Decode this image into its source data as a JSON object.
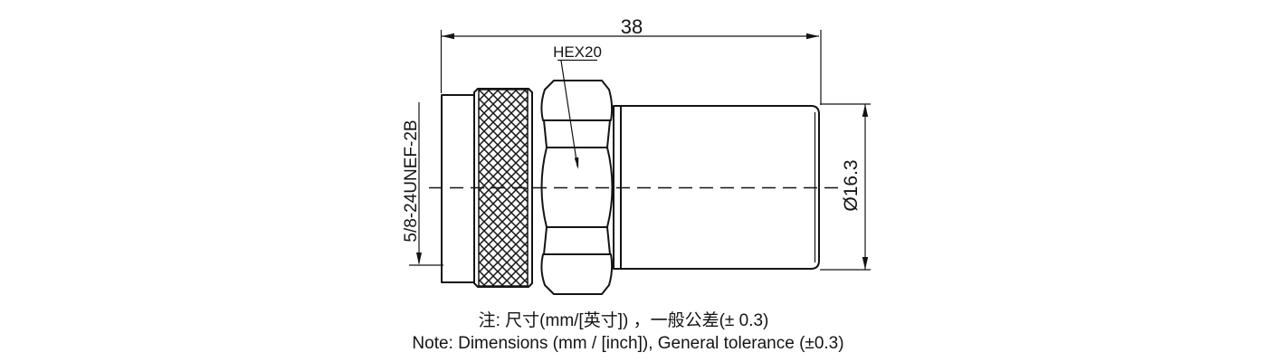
{
  "drawing": {
    "dimensions": {
      "overall_length": "38",
      "hex_label": "HEX20",
      "thread_spec": "5/8-24UNEF-2B",
      "body_diameter": "Ø16.3"
    },
    "notes": {
      "chinese": "注: 尺寸(mm/[英寸]) ，一般公差(± 0.3)",
      "english": "Note: Dimensions (mm / [inch]), General tolerance (±0.3)"
    },
    "colors": {
      "line": "#141414",
      "background": "#ffffff"
    }
  }
}
